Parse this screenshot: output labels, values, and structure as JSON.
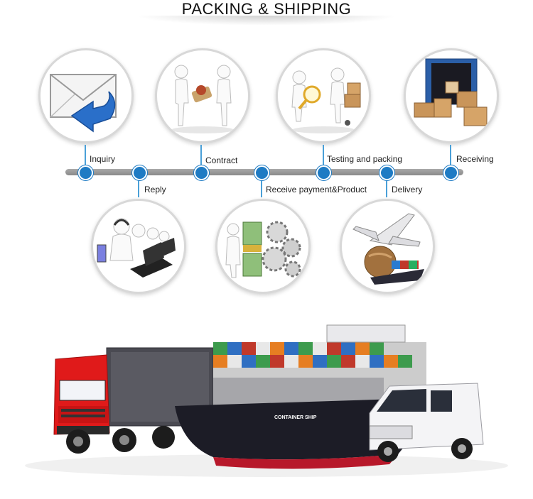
{
  "title": "PACKING & SHIPPING",
  "steps": {
    "inquiry": "Inquiry",
    "contract": "Contract",
    "testing": "Testing and packing",
    "receiving": "Receiving",
    "reply": "Reply",
    "payment": "Receive payment&Product",
    "delivery": "Delivery"
  },
  "colors": {
    "accent": "#1e7bc4",
    "timeline": "#9a9a9a",
    "truck": "#e01a1a",
    "ship_hull": "#1c1c26"
  },
  "ship_label": "CONTAINER SHIP",
  "icons": [
    "envelope-icon",
    "handshake-figures-icon",
    "magnifier-box-icon",
    "container-boxes-icon",
    "call-center-icon",
    "money-gears-icon",
    "plane-globe-ship-icon"
  ]
}
